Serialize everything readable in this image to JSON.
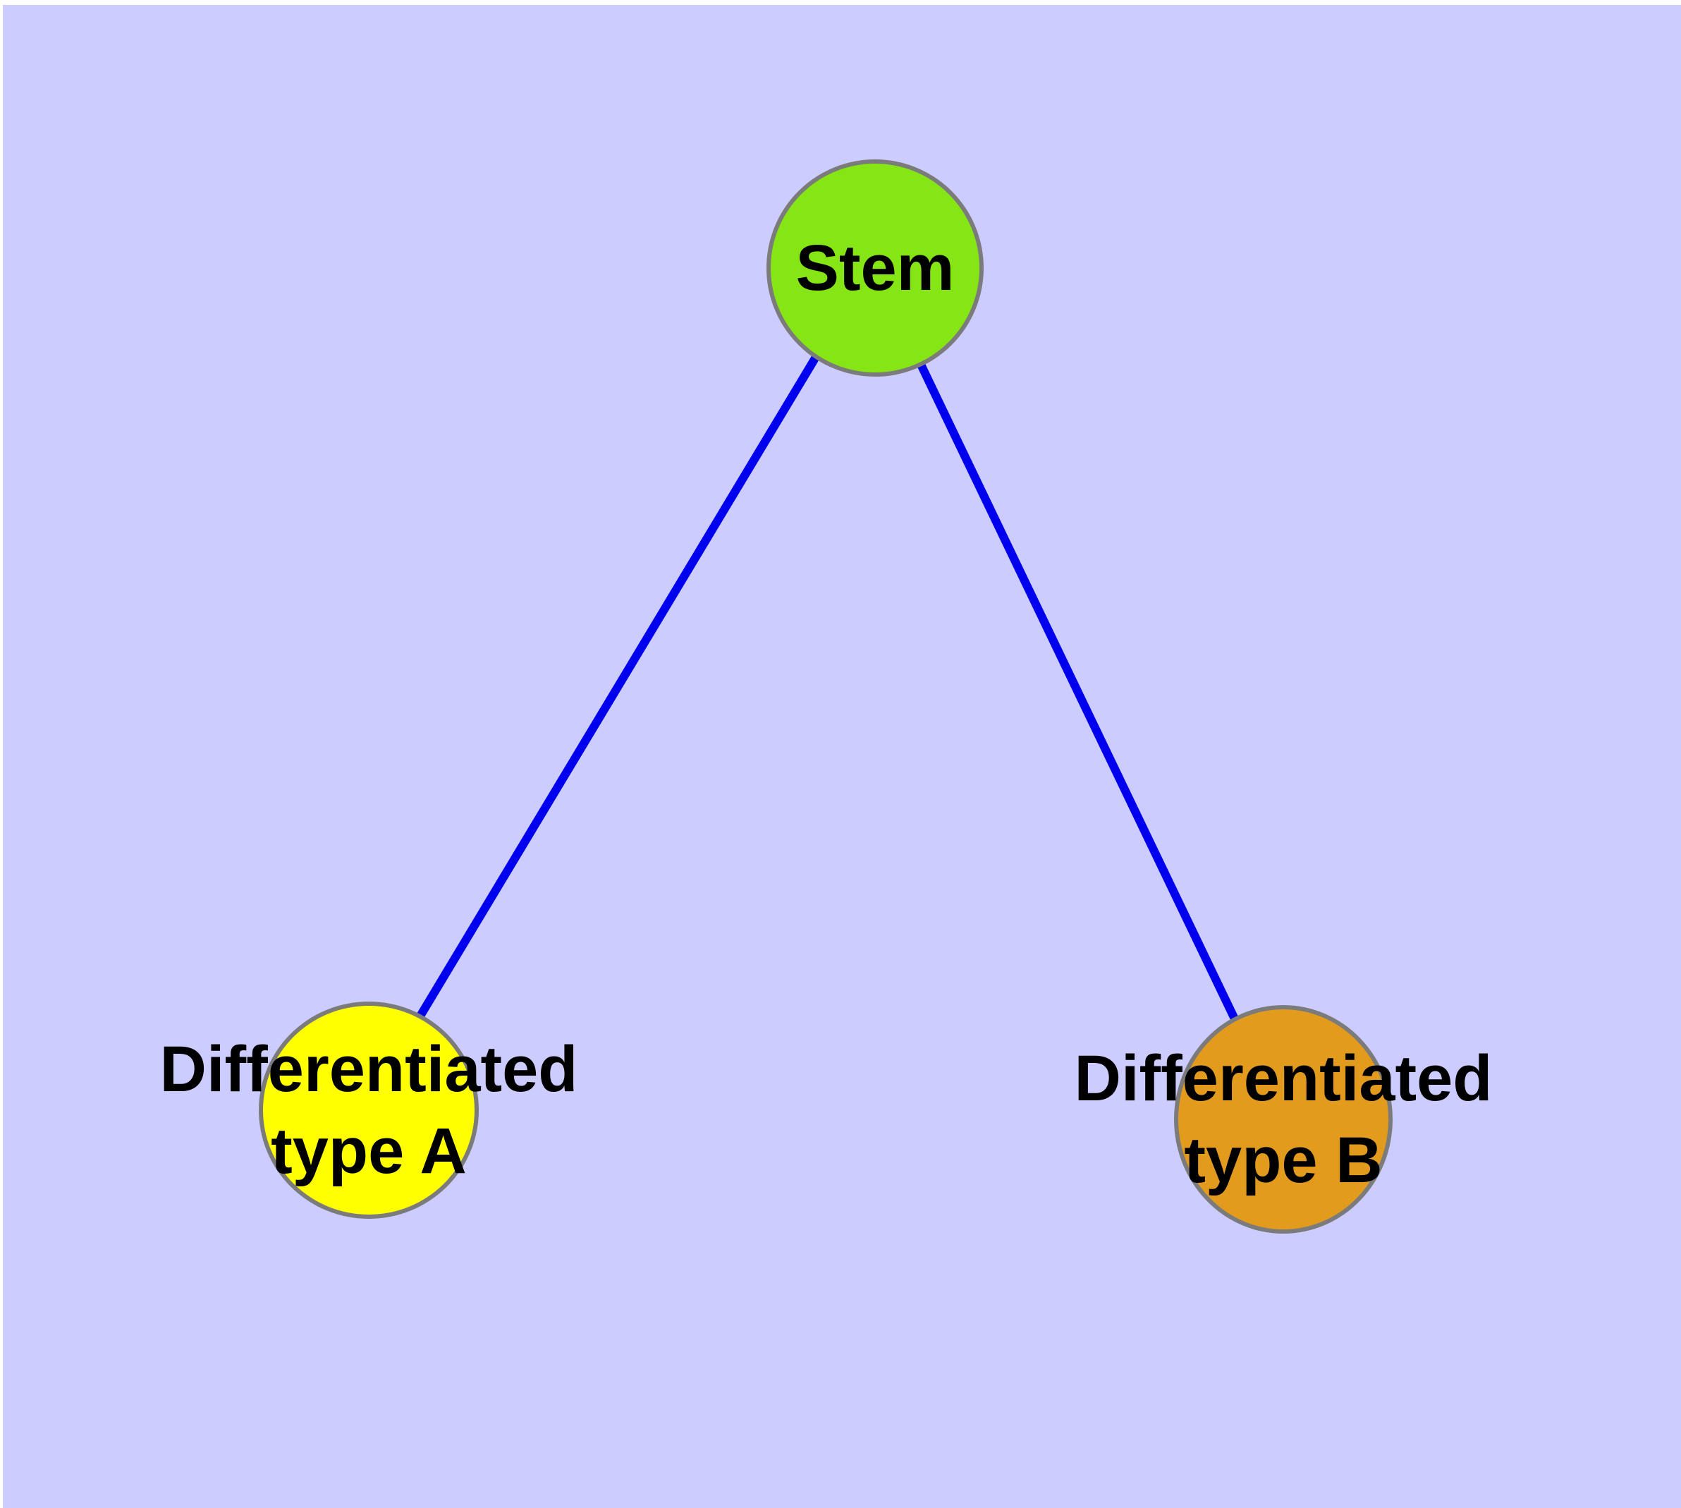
{
  "diagram": {
    "title": "",
    "background_color": "#CCCCFF",
    "frame_color": "#FFFFFF",
    "node_border_color": "#7B7B7B",
    "edge_color": "#0000EE",
    "label_color": "#000000",
    "nodes": [
      {
        "id": "stem",
        "label": "Stem",
        "label_line2": "",
        "color": "#86E514"
      },
      {
        "id": "type-a",
        "label": "Differentiated",
        "label_line2": "type A",
        "color": "#FFFF00"
      },
      {
        "id": "type-b",
        "label": "Differentiated",
        "label_line2": "type B",
        "color": "#E39B1D"
      }
    ],
    "edges": [
      {
        "from": "Stem",
        "to": "Differentiated type A"
      },
      {
        "from": "Stem",
        "to": "Differentiated type B"
      }
    ]
  }
}
